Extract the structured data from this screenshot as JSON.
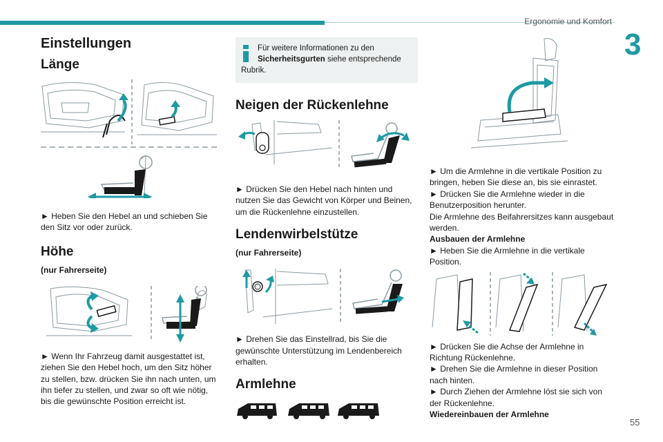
{
  "header": {
    "section": "Ergonomie und Komfort",
    "chapter": "3"
  },
  "footer": {
    "page": "55"
  },
  "col1": {
    "title_settings": "Einstellungen",
    "title_length": "Länge",
    "length_text": "► Heben Sie den Hebel an und schieben Sie den Sitz vor oder zurück.",
    "title_height": "Höhe",
    "height_note": "(nur Fahrerseite)",
    "height_text": "► Wenn Ihr Fahrzeug damit ausgestattet ist, ziehen Sie den Hebel hoch, um den Sitz höher zu stellen, bzw. drücken Sie ihn nach unten, um ihn tiefer zu stellen, und zwar so oft wie nötig, bis die gewünschte Position erreicht ist."
  },
  "col2": {
    "info_line1": "Für weitere Informationen zu den",
    "info_bold": "Sicherheitsgurten",
    "info_line2": " siehe entsprechende",
    "info_line3": "Rubrik.",
    "title_backrest": "Neigen der Rückenlehne",
    "backrest_text": "► Drücken Sie den Hebel nach hinten und nutzen Sie das Gewicht von Körper und Beinen, um die Rückenlehne einzustellen.",
    "title_lumbar": "Lendenwirbelstütze",
    "lumbar_note": "(nur Fahrerseite)",
    "lumbar_text": "► Drehen Sie das Einstellrad, bis Sie die gewünschte Unterstützung im Lendenbereich erhalten.",
    "title_armrest": "Armlehne"
  },
  "col3": {
    "arm_step1": "► Um die Armlehne in die vertikale Position zu bringen, heben Sie diese an, bis sie einrastet.",
    "arm_step2": "► Drücken Sie die Armlehne wieder in die Benutzerposition herunter.",
    "arm_info": "Die Armlehne des Beifahrersitzes kann ausgebaut werden.",
    "remove_title": "Ausbauen der Armlehne",
    "remove_step1": "► Heben Sie die Armlehne in die vertikale Position.",
    "remove_step2": "► Drücken Sie die Achse der Armlehne in Richtung Rückenlehne.",
    "remove_step3": "► Drehen Sie die Armlehne in dieser Position nach hinten.",
    "remove_step4": "► Durch Ziehen der Armlehne löst sie sich von der Rückenlehne.",
    "refit_title": "Wiedereinbauen der Armlehne"
  },
  "colors": {
    "accent": "#1e9aa3",
    "line": "#8a9aa0",
    "dark": "#1a1a1a"
  }
}
